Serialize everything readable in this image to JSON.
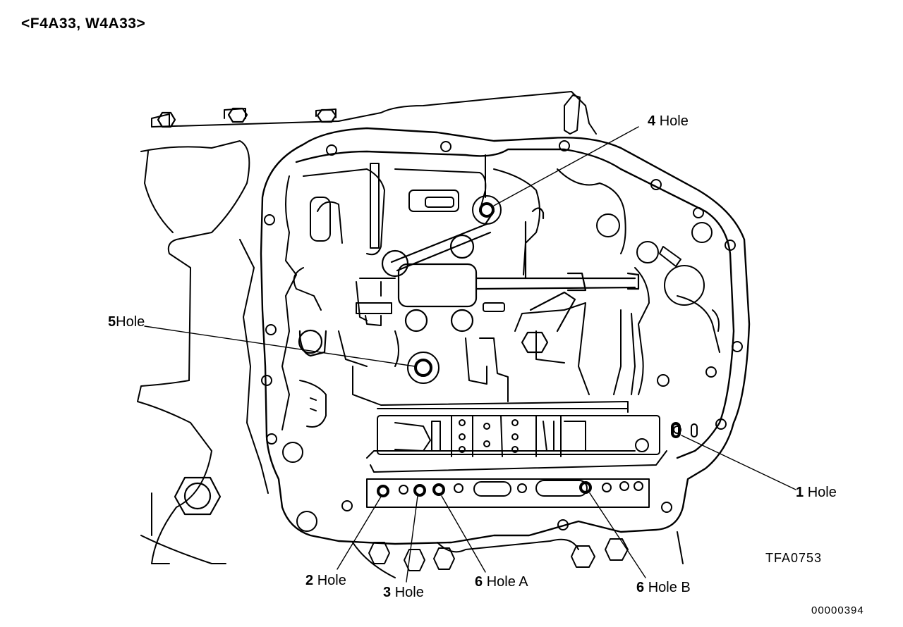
{
  "title": "<F4A33,  W4A33>",
  "figure_code": "TFA0753",
  "page_code": "00000394",
  "callouts": {
    "hole1": {
      "num": "1",
      "text": "Hole"
    },
    "hole2": {
      "num": "2",
      "text": "Hole"
    },
    "hole3": {
      "num": "3",
      "text": "Hole"
    },
    "hole4": {
      "num": "4",
      "text": "Hole"
    },
    "hole5": {
      "num": "5",
      "text": "Hole"
    },
    "hole6a": {
      "num": "6",
      "text": "Hole A"
    },
    "hole6b": {
      "num": "6",
      "text": "Hole B"
    }
  }
}
